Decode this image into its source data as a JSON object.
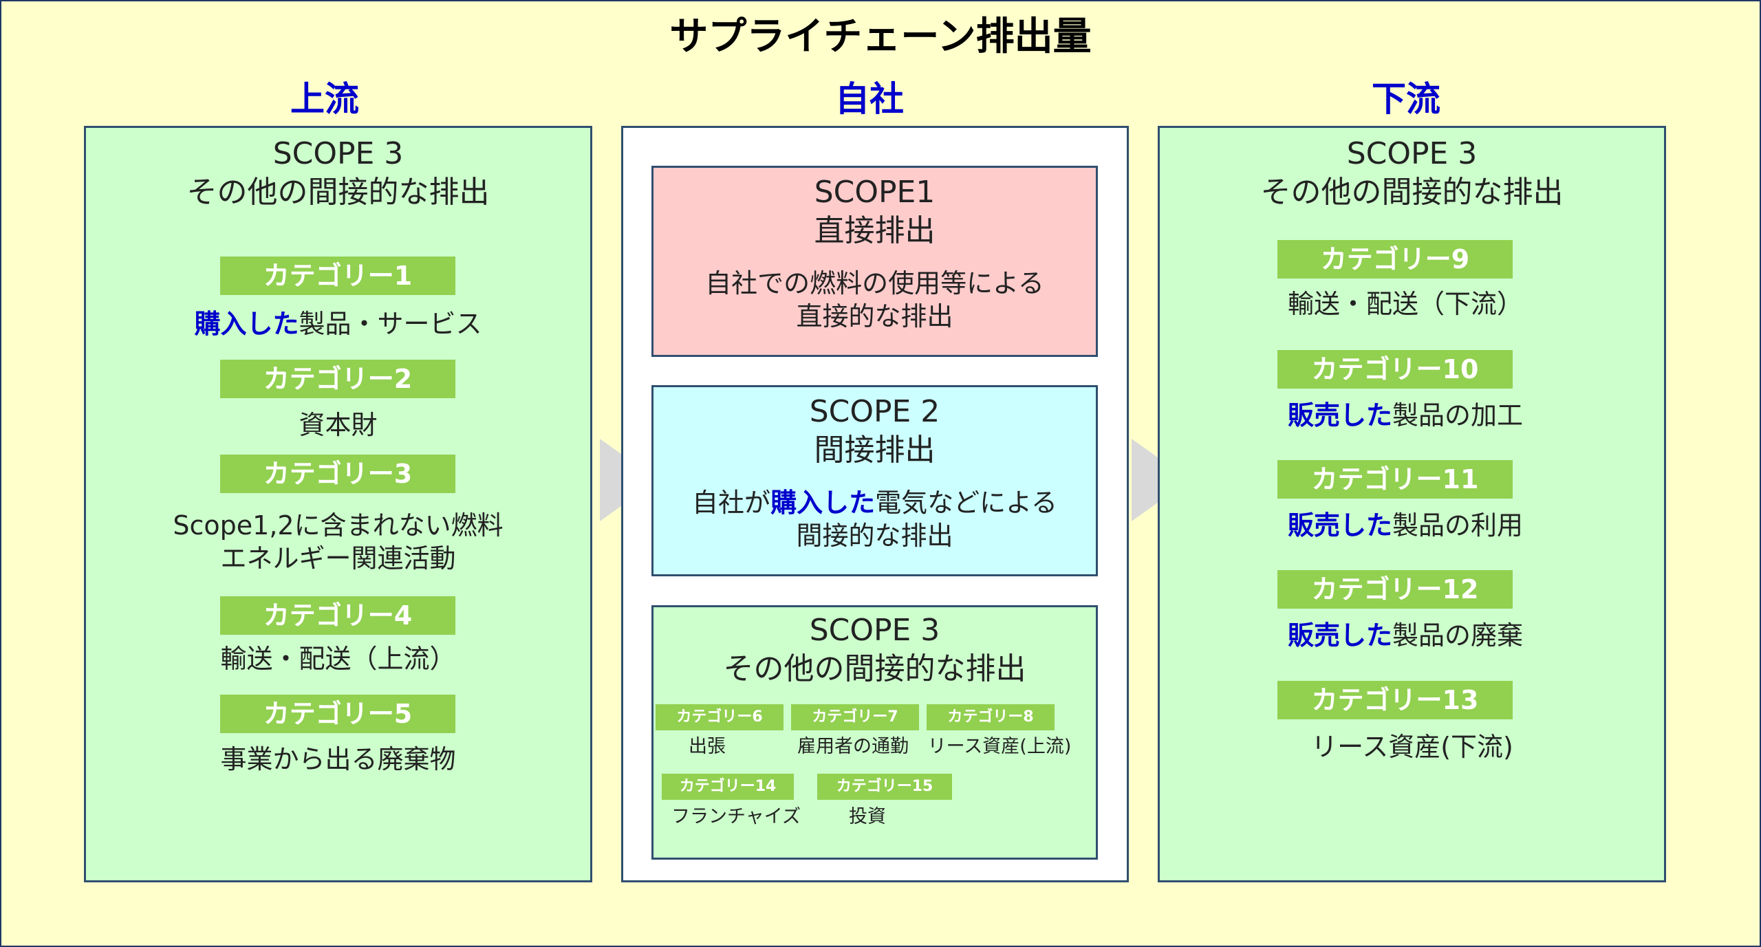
{
  "title": "サプライチェーン排出量",
  "columns": {
    "upstream": "上流",
    "company": "自社",
    "downstream": "下流"
  },
  "upstream": {
    "scope_title": "SCOPE 3",
    "scope_sub": "その他の間接的な排出",
    "categories": [
      {
        "badge": "カテゴリー1",
        "hl": "購入した",
        "text": "製品・サービス"
      },
      {
        "badge": "カテゴリー2",
        "text": "資本財"
      },
      {
        "badge": "カテゴリー3",
        "text": "Scope1,2に含まれない燃料",
        "text2": "エネルギー関連活動"
      },
      {
        "badge": "カテゴリー4",
        "text": "輸送・配送（上流）"
      },
      {
        "badge": "カテゴリー5",
        "text": "事業から出る廃棄物"
      }
    ]
  },
  "company": {
    "scope1": {
      "title": "SCOPE1",
      "sub": "直接排出",
      "desc1": "自社での燃料の使用等による",
      "desc2": "直接的な排出"
    },
    "scope2": {
      "title": "SCOPE 2",
      "sub": "間接排出",
      "desc1_pre": "自社が",
      "desc1_hl": "購入した",
      "desc1_post": "電気などによる",
      "desc2": "間接的な排出"
    },
    "scope3": {
      "title": "SCOPE 3",
      "sub": "その他の間接的な排出",
      "categories": [
        {
          "badge": "カテゴリー6",
          "text": "出張"
        },
        {
          "badge": "カテゴリー7",
          "text": "雇用者の通勤"
        },
        {
          "badge": "カテゴリー8",
          "text": "リース資産(上流)"
        },
        {
          "badge": "カテゴリー14",
          "text": "フランチャイズ"
        },
        {
          "badge": "カテゴリー15",
          "text": "投資"
        }
      ]
    }
  },
  "downstream": {
    "scope_title": "SCOPE 3",
    "scope_sub": "その他の間接的な排出",
    "categories": [
      {
        "badge": "カテゴリー9",
        "text": "輸送・配送（下流）"
      },
      {
        "badge": "カテゴリー10",
        "hl": "販売した",
        "text": "製品の加工"
      },
      {
        "badge": "カテゴリー11",
        "hl": "販売した",
        "text": "製品の利用"
      },
      {
        "badge": "カテゴリー12",
        "hl": "販売した",
        "text": "製品の廃棄"
      },
      {
        "badge": "カテゴリー13",
        "text": "リース資産(下流)"
      }
    ]
  },
  "colors": {
    "background": "#ffffcc",
    "badge": "#92d050",
    "highlight": "#0000cc",
    "panel_green": "#ccffcc",
    "panel_pink": "#ffcccc",
    "panel_cyan": "#ccffff",
    "arrow": "#d9d9d9"
  }
}
